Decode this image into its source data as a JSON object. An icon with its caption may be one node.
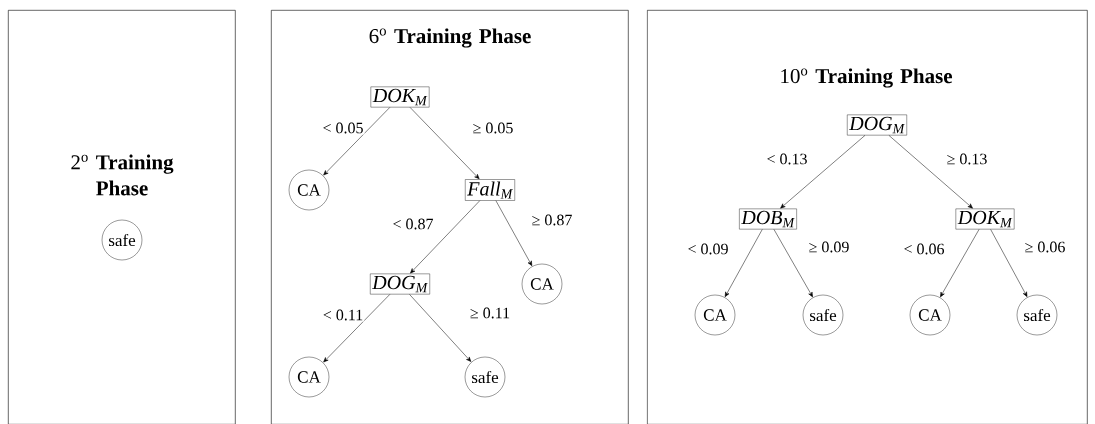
{
  "diagram": {
    "nodes": [
      {
        "text": [
          "2$^{o}$ **Training Phase**"
        ]
      },
      {
        "text": [
          "safe"
        ],
        "in": 0
      },
      {
        "text": [
          "6$^{o}$ **Training Phase**"
        ]
      },
      {
        "text": [
          "DOK$_{M}$"
        ],
        "in": 2
      },
      {
        "text": [
          "CA"
        ],
        "in": 2
      },
      {
        "text": [
          "Fall$_{M}$"
        ],
        "in": 2
      },
      {
        "text": [
          "DOG$_{M}$"
        ],
        "in": 2
      },
      {
        "text": [
          "CA"
        ],
        "in": 2
      },
      {
        "text": [
          "CA"
        ],
        "in": 2
      },
      {
        "text": [
          "safe"
        ],
        "in": 2
      },
      {
        "text": [
          "10$^{o}$ **Training Phase**"
        ]
      },
      {
        "text": [
          "DOG$_{M}$"
        ],
        "in": 10
      },
      {
        "text": [
          "DOB$_{M}$"
        ],
        "in": 10
      },
      {
        "text": [
          "DOK$_{M}$"
        ],
        "in": 10
      },
      {
        "text": [
          "CA"
        ],
        "in": 10
      },
      {
        "text": [
          "safe"
        ],
        "in": 10
      },
      {
        "text": [
          "CA"
        ],
        "in": 10
      },
      {
        "text": [
          "safe"
        ],
        "in": 10
      }
    ],
    "edges": [
      {
        "from": 3,
        "to": 4,
        "arrow": "to",
        "label": "< 0.05"
      },
      {
        "from": 3,
        "to": 5,
        "arrow": "to",
        "label": "≥ 0.05"
      },
      {
        "from": 5,
        "to": 6,
        "arrow": "to",
        "label": "< 0.87"
      },
      {
        "from": 5,
        "to": 7,
        "arrow": "to",
        "label": "≥ 0.87"
      },
      {
        "from": 6,
        "to": 8,
        "arrow": "to",
        "label": "< 0.11"
      },
      {
        "from": 6,
        "to": 9,
        "arrow": "to",
        "label": "≥ 0.11"
      },
      {
        "from": 11,
        "to": 12,
        "arrow": "to",
        "label": "< 0.13"
      },
      {
        "from": 11,
        "to": 13,
        "arrow": "to",
        "label": "≥ 0.13"
      },
      {
        "from": 12,
        "to": 14,
        "arrow": "to",
        "label": "< 0.09"
      },
      {
        "from": 12,
        "to": 15,
        "arrow": "to",
        "label": "≥ 0.09"
      },
      {
        "from": 13,
        "to": 16,
        "arrow": "to",
        "label": "< 0.06"
      },
      {
        "from": 13,
        "to": 17,
        "arrow": "to",
        "label": "≥ 0.06"
      }
    ]
  }
}
